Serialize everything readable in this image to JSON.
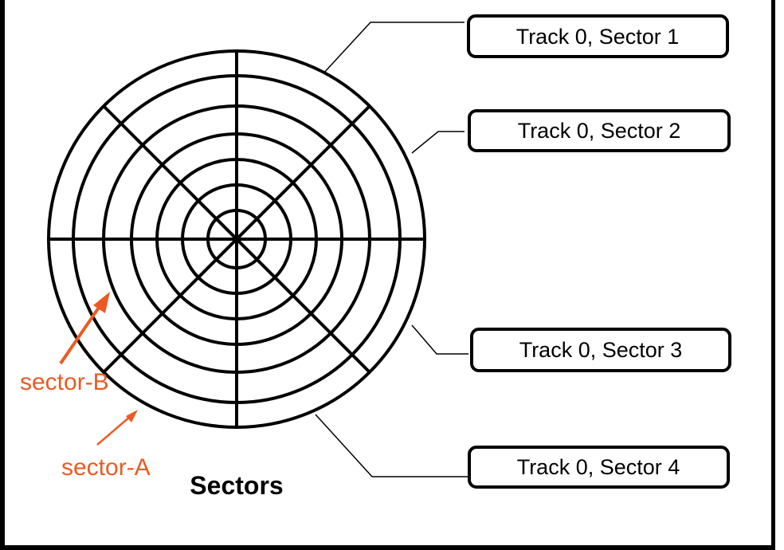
{
  "title": "Sectors",
  "labels": [
    "Track 0, Sector 1",
    "Track 0, Sector 2",
    "Track 0, Sector 3",
    "Track 0, Sector 4"
  ],
  "annotations": {
    "sector_a": "sector-A",
    "sector_b": "sector-B"
  },
  "colors": {
    "line": "#000000",
    "annotation": "#ea5b22",
    "background": "#ffffff"
  },
  "disk": {
    "track_count": 6,
    "sector_count": 8
  }
}
